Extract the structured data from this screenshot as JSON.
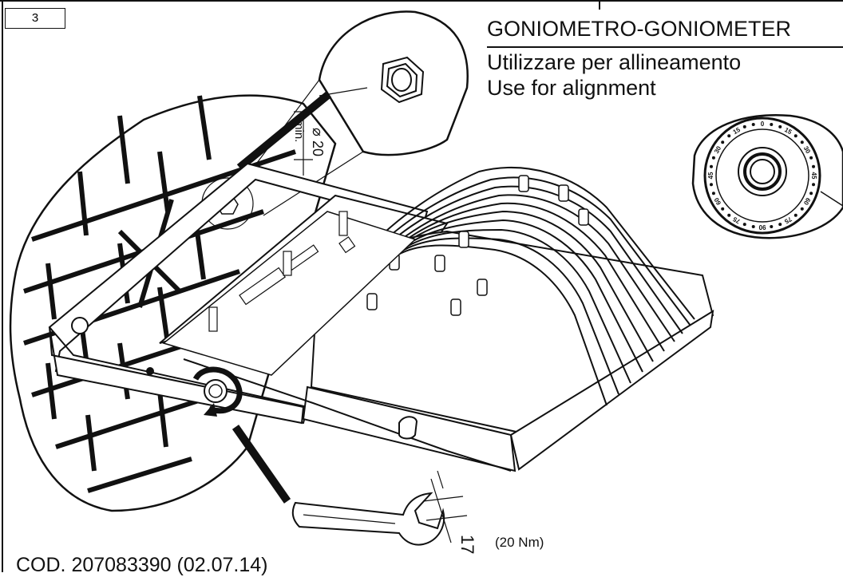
{
  "step": {
    "number": "3"
  },
  "title": {
    "main": "GONIOMETRO-GONIOMETER",
    "line_it": "Utilizzare per allineamento",
    "line_en": "Use for alignment"
  },
  "dimension": {
    "diameter_symbol": "⌀",
    "value": "20",
    "note": "min."
  },
  "wrench": {
    "size": "17",
    "torque": "(20 Nm)"
  },
  "footer": {
    "code": "COD. 207083390 (02.07.14)"
  },
  "goniometer": {
    "scale_labels": [
      "0",
      "15",
      "30",
      "45",
      "60",
      "75",
      "90",
      "75",
      "60",
      "45",
      "30",
      "15"
    ]
  },
  "colors": {
    "line": "#111111",
    "background": "#ffffff",
    "hatch": "#111111"
  }
}
